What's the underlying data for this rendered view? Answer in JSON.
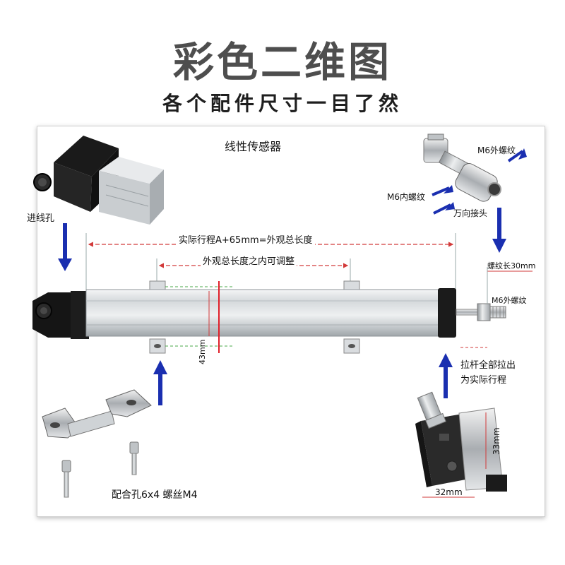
{
  "header": {
    "title": "彩色二维图",
    "subtitle": "各个配件尺寸一目了然"
  },
  "diagram": {
    "sensor_name": "线性传感器",
    "labels": {
      "inlet_hole": "进线孔",
      "m6_external": "M6外螺纹",
      "m6_internal": "M6内螺纹",
      "universal_joint": "万向接头",
      "actual_stroke": "实际行程A+65mm=外观总长度",
      "adjustable": "外观总长度之内可调整",
      "thread_length": "螺纹长30mm",
      "m6_thread_small": "M6外螺纹",
      "height_43": "43mm",
      "pull_rod": "拉杆全部拉出",
      "pull_rod_2": "为实际行程",
      "height_33": "33mm",
      "width_32": "32mm",
      "fit_hole": "配合孔6x4  螺丝M4"
    },
    "colors": {
      "arrow": "#1a2fb0",
      "dimension_line": "#d23a3a",
      "center_mark": "#e0202a",
      "housing": "#d8dcdf",
      "endcap": "#1b1b1b"
    }
  }
}
